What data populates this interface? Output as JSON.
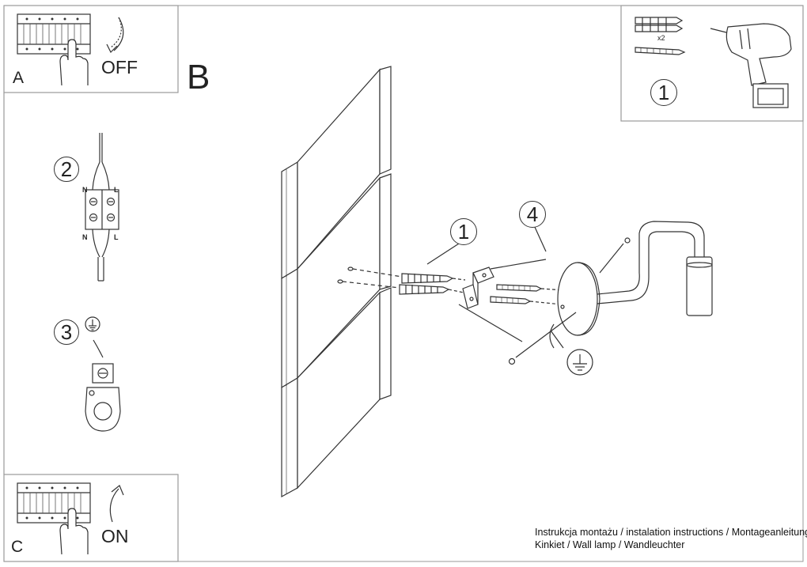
{
  "panels": {
    "a": {
      "letter": "A",
      "state": "OFF"
    },
    "b": {
      "letter": "B"
    },
    "c": {
      "letter": "C",
      "state": "ON"
    }
  },
  "tools": {
    "step": "1",
    "quantity": "x2"
  },
  "steps": {
    "wiring": {
      "number": "2",
      "terminals": [
        "N",
        "L",
        "N",
        "L"
      ]
    },
    "ground": {
      "number": "3"
    },
    "anchors": {
      "number": "1"
    },
    "lamp": {
      "number": "4"
    }
  },
  "footer": {
    "line1": "Instrukcja montażu / instalation instructions / Montageanleitung",
    "line2": "Kinkiet / Wall lamp / Wandleuchter"
  }
}
